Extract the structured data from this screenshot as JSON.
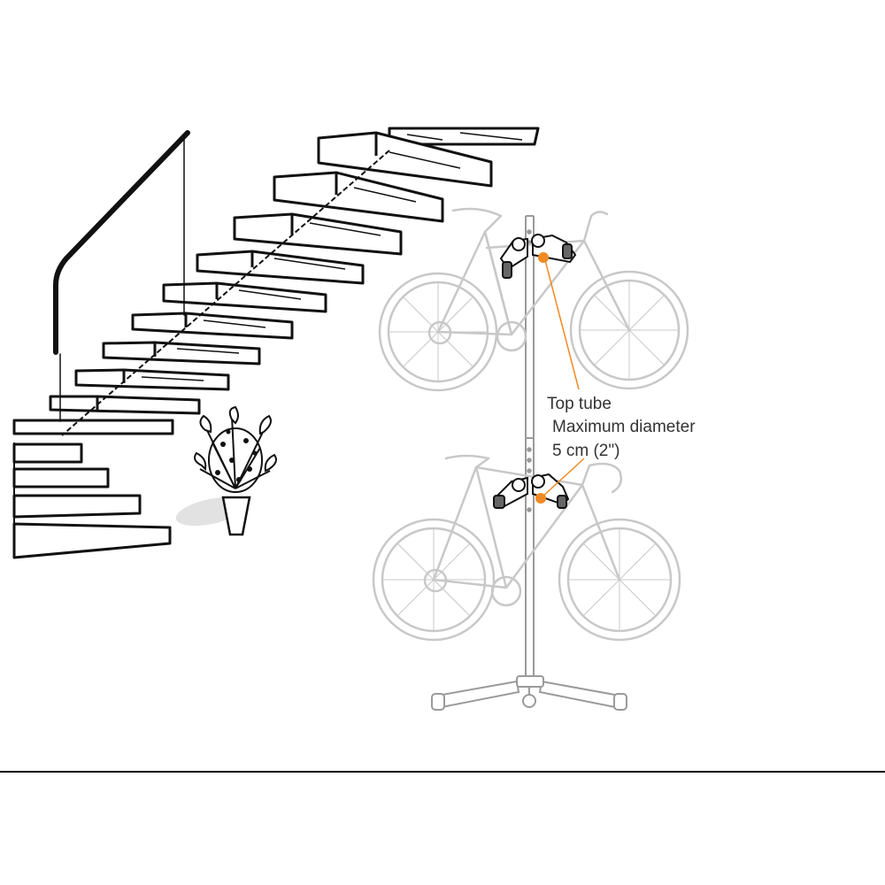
{
  "callout": {
    "line1": "Top tube",
    "line2": "Maximum diameter",
    "line3": "5 cm (2\")"
  },
  "colors": {
    "accent_marker": "#f08a24",
    "ink": "#111111",
    "bike_outline": "#c8c8c8",
    "pole": "#9a9a9a",
    "callout_text": "#333333"
  },
  "icons": {
    "staircase": "staircase-illustration",
    "plant": "potted-plant-illustration",
    "rack": "bike-stand-pole",
    "bike_top": "city-bike-outline",
    "bike_bottom": "road-bike-outline"
  }
}
